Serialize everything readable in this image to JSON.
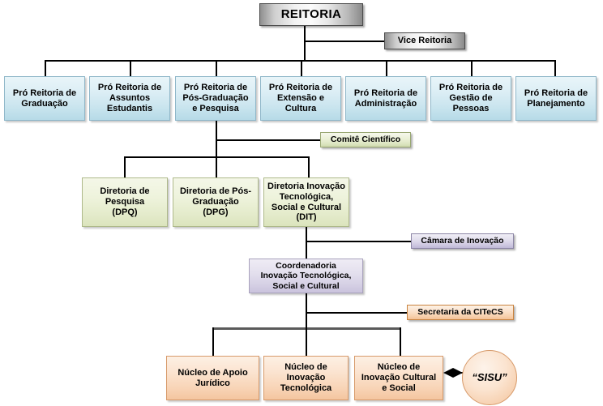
{
  "diagram": {
    "title_text": "REITORIA",
    "type": "organizational-chart",
    "background_color": "#ffffff",
    "nodes": {
      "reitoria": {
        "label": "REITORIA",
        "color": "#b9b9b9",
        "level": 0
      },
      "vice_reitoria": {
        "label": "Vice Reitoria",
        "color": "#b9b9b9",
        "level": 0
      },
      "pro_graduacao": {
        "label": "Pró Reitoria de\nGraduação",
        "color": "#c8e4ee",
        "level": 1
      },
      "pro_assuntos": {
        "label": "Pró Reitoria de\nAssuntos\nEstudantis",
        "color": "#c8e4ee",
        "level": 1
      },
      "pro_pos": {
        "label": "Pró Reitoria de\nPós-Graduação\ne Pesquisa",
        "color": "#c8e4ee",
        "level": 1
      },
      "pro_extensao": {
        "label": "Pró Reitoria de\nExtensão e\nCultura",
        "color": "#c8e4ee",
        "level": 1
      },
      "pro_admin": {
        "label": "Pró Reitoria de\nAdministração",
        "color": "#c8e4ee",
        "level": 1
      },
      "pro_gestao": {
        "label": "Pró Reitoria de\nGestão de\nPessoas",
        "color": "#c8e4ee",
        "level": 1
      },
      "pro_planejamento": {
        "label": "Pró Reitoria de\nPlanejamento",
        "color": "#c8e4ee",
        "level": 1
      },
      "comite_cientifico": {
        "label": "Comitê Científico",
        "color": "#dde6c1",
        "level": 2
      },
      "diretoria_pesquisa": {
        "label": "Diretoria de\nPesquisa\n(DPQ)",
        "color": "#e4ebcb",
        "level": 2
      },
      "diretoria_pos": {
        "label": "Diretoria de Pós-\nGraduação\n(DPG)",
        "color": "#e4ebcb",
        "level": 2
      },
      "diretoria_dit": {
        "label": "Diretoria Inovação\nTecnológica,\nSocial e Cultural\n(DIT)",
        "color": "#e4ebcb",
        "level": 2
      },
      "camara_inovacao": {
        "label": "Câmara de Inovação",
        "color": "#cdc7e0",
        "level": 3
      },
      "coordenadoria": {
        "label": "Coordenadoria\nInovação Tecnológica,\nSocial e Cultural",
        "color": "#d6d1e5",
        "level": 3
      },
      "secretaria_citecs": {
        "label": "Secretaria da CITeCS",
        "color": "#f7cfab",
        "level": 4
      },
      "nucleo_juridico": {
        "label": "Núcleo de Apoio\nJurídico",
        "color": "#f8d4b6",
        "level": 5
      },
      "nucleo_tecnologica": {
        "label": "Núcleo de\nInovação\nTecnológica",
        "color": "#f8d4b6",
        "level": 5
      },
      "nucleo_cultural": {
        "label": "Núcleo de\nInovação Cultural\ne Social",
        "color": "#f8d4b6",
        "level": 5
      },
      "sisu": {
        "label": "“SISU”",
        "color": "#f6cfae",
        "level": 5,
        "shape": "ellipse"
      }
    }
  }
}
